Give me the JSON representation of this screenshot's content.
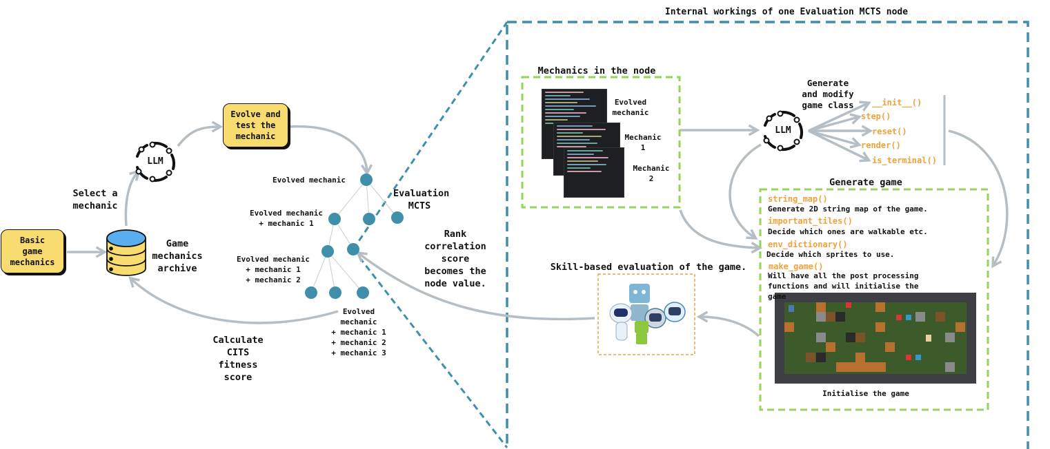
{
  "colors": {
    "teal": "#3f8fab",
    "arrow_gray": "#b5bec4",
    "yellow_box": "#f9dc6f",
    "green_dash": "#8fd65a",
    "orange_code": "#f0a13b",
    "db_top": "#5aaef0"
  },
  "left": {
    "basic_box": "Basic\ngame\nmechanics",
    "select_label": "Select a\nmechanic",
    "llm_label": "LLM",
    "archive_label": "Game\nmechanics\narchive",
    "evolve_box": "Evolve and\ntest the\nmechanic",
    "fitness_label": "Calculate\nCITS\nfitness\nscore"
  },
  "tree": {
    "node_labels": [
      "Evolved mechanic",
      "Evolved mechanic\n+ mechanic 1",
      "Evolved mechanic\n+ mechanic 1\n+ mechanic 2",
      "Evolved\nmechanic\n+ mechanic 1\n+ mechanic 2\n+ mechanic 3"
    ],
    "eval_label": "Evaluation\nMCTS",
    "rank_label": "Rank\ncorrelation\nscore\nbecomes the\nnode value."
  },
  "panel": {
    "title": "Internal workings of one Evaluation MCTS node",
    "mechanics_title": "Mechanics in the node",
    "mechanic_labels": [
      "Evolved\nmechanic",
      "Mechanic\n1",
      "Mechanic\n2"
    ],
    "llm_label": "LLM",
    "generate_class_label": "Generate\nand modify\ngame class",
    "class_methods": [
      "__init__()",
      "step()",
      "reset()",
      "render()",
      "is_terminal()"
    ],
    "generate_game_title": "Generate game",
    "game_steps": [
      {
        "fn": "string_map()",
        "desc": "Generate 2D string map of the game."
      },
      {
        "fn": "important_tiles()",
        "desc": "Decide which ones are walkable etc."
      },
      {
        "fn": "env_dictionary()",
        "desc": "Decide which sprites to use."
      },
      {
        "fn": "make_game()",
        "desc": "Will have all the post processing\nfunctions and will initialise the\ngame"
      }
    ],
    "init_label": "Initialise the game",
    "skill_title": "Skill-based evaluation of the game."
  }
}
